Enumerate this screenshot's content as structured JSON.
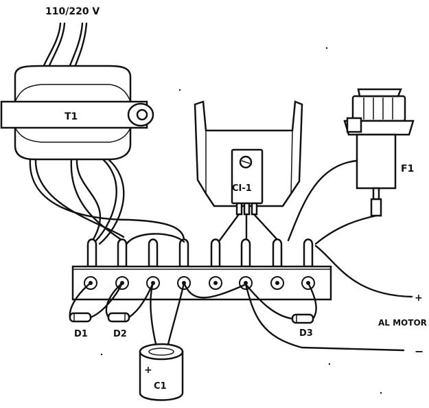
{
  "labels": {
    "supply": "110/220 V",
    "transformer": "T1",
    "regulator": "CI-1",
    "fuse": "F1",
    "diode1": "D1",
    "diode2": "D2",
    "diode3": "D3",
    "capacitor": "C1",
    "cap_plus": "+",
    "output": "AL MOTOR",
    "out_plus": "+",
    "out_minus": "−"
  }
}
